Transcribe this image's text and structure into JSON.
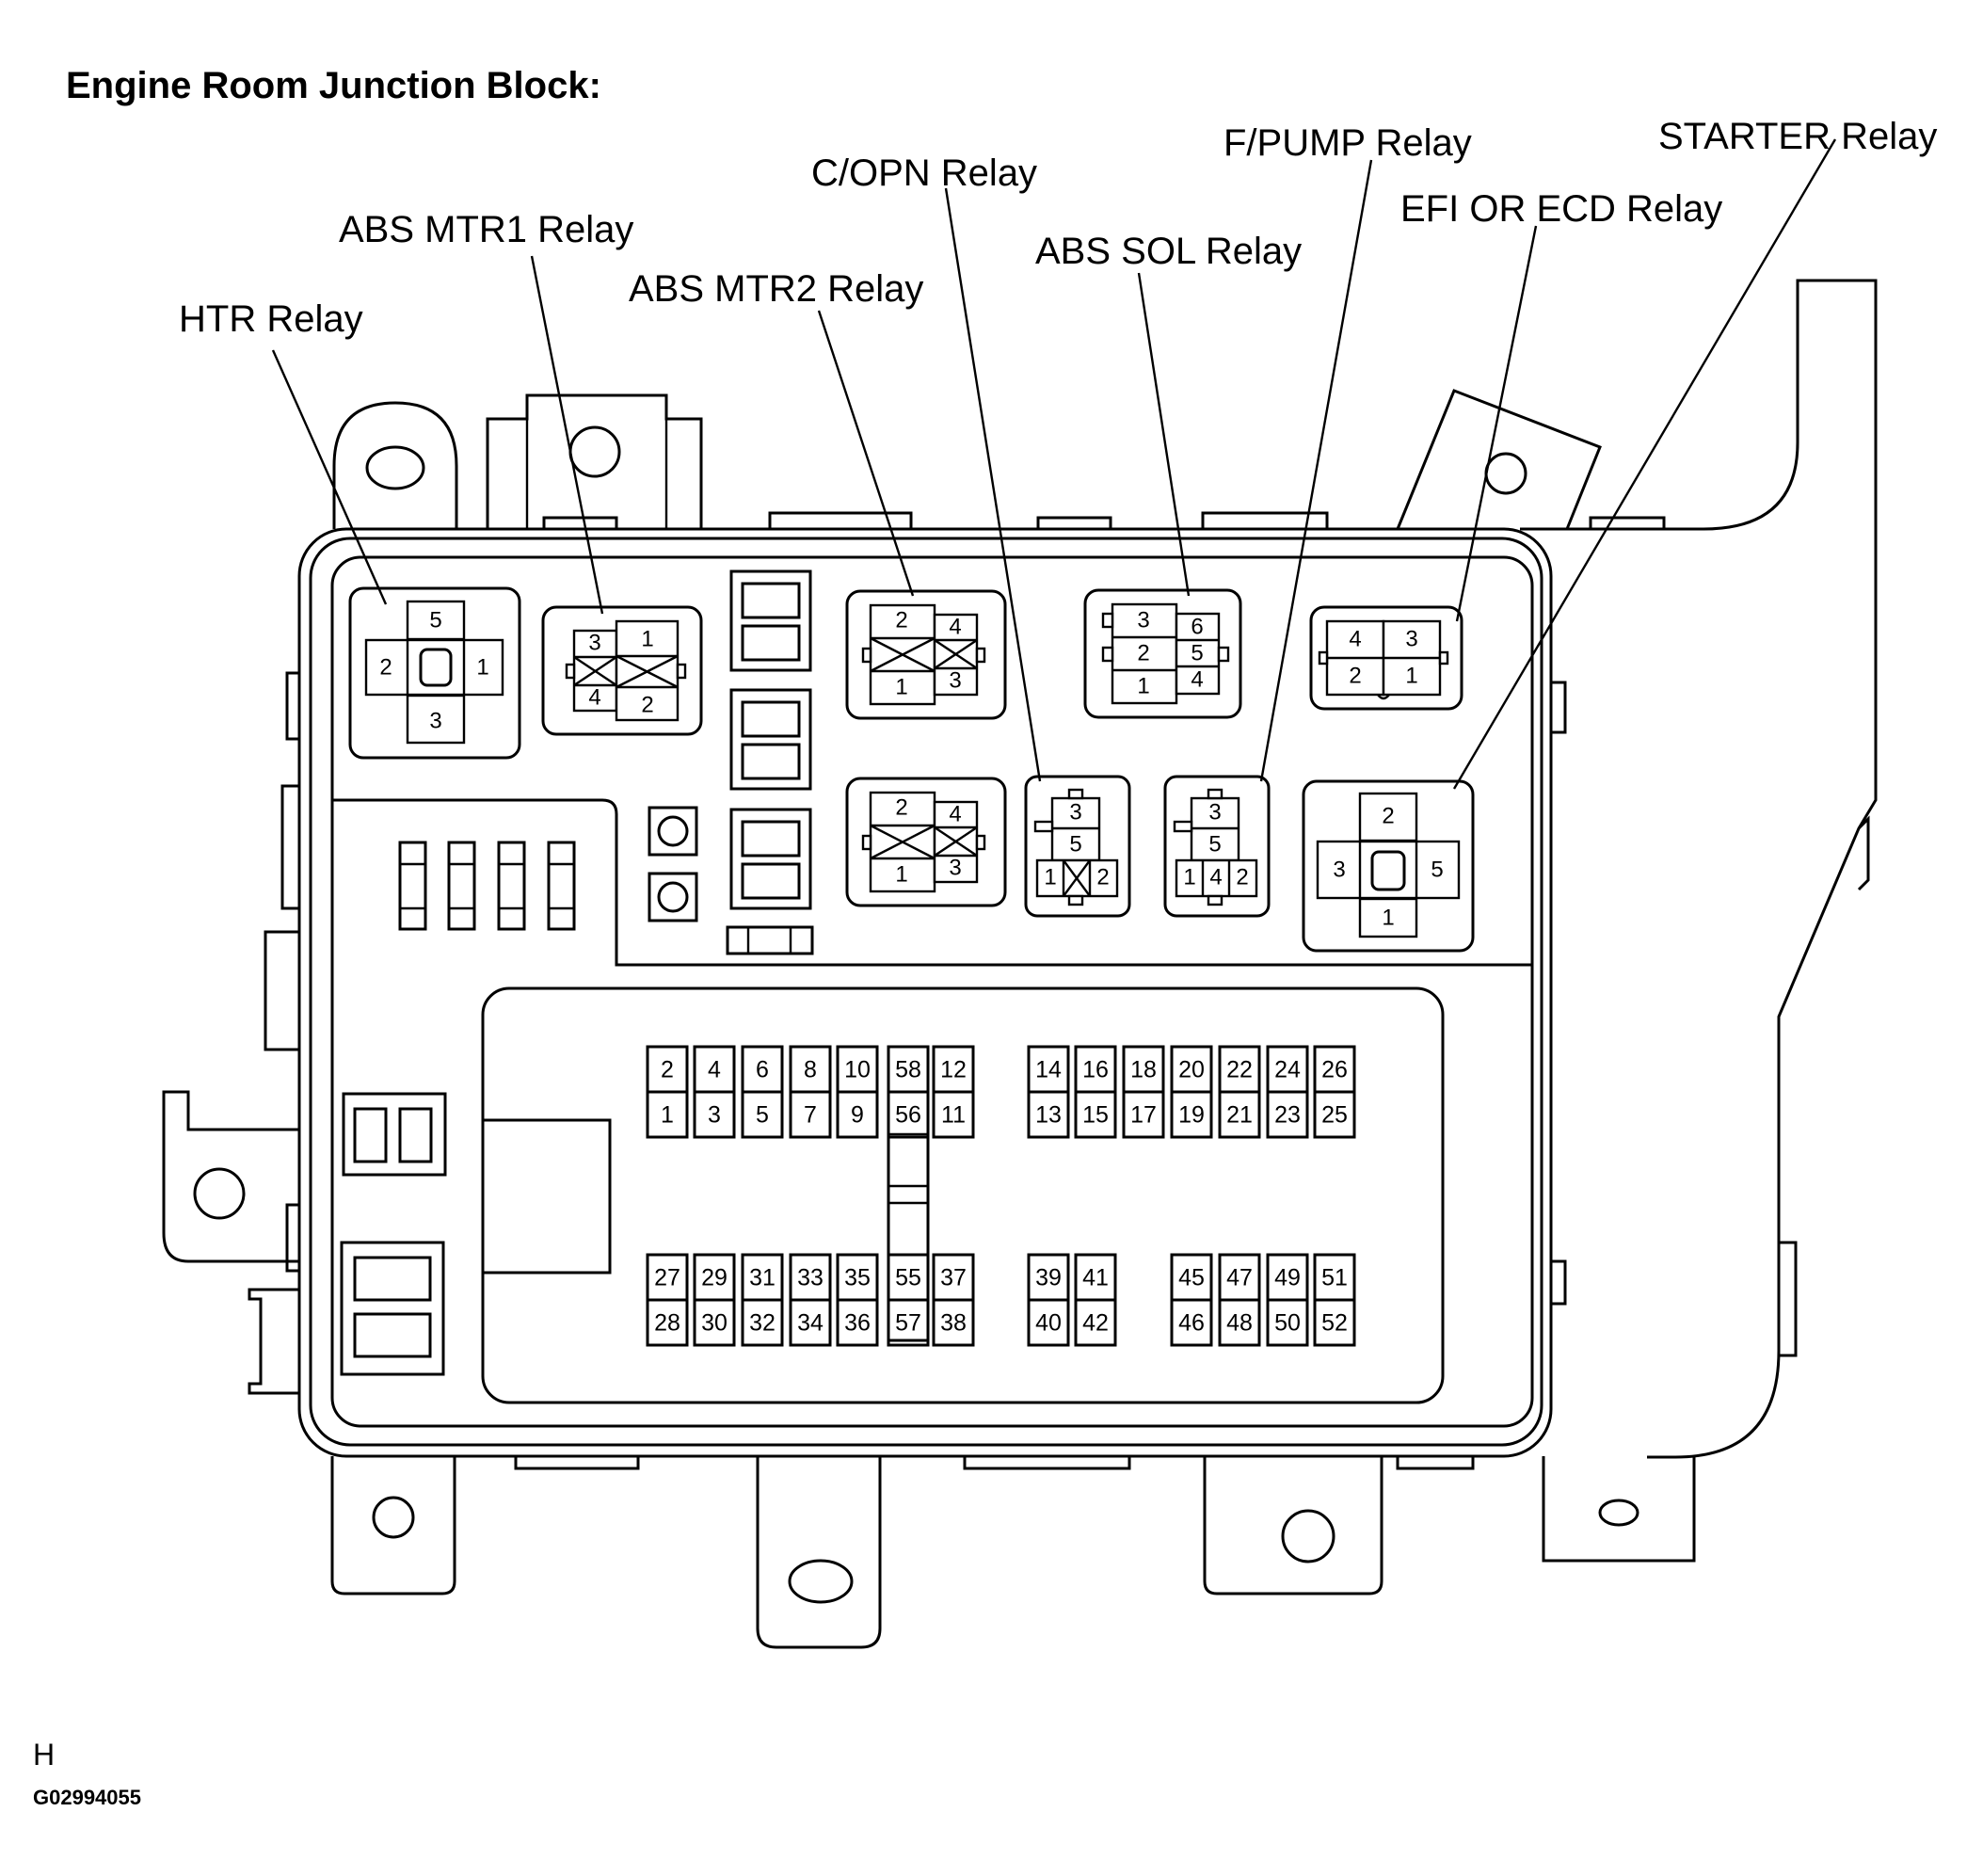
{
  "title": "Engine Room Junction Block:",
  "footer": {
    "letter": "H",
    "code": "G02994055"
  },
  "callouts": {
    "htr": "HTR Relay",
    "abs_mtr1": "ABS MTR1 Relay",
    "abs_mtr2": "ABS MTR2 Relay",
    "c_opn": "C/OPN Relay",
    "abs_sol": "ABS SOL Relay",
    "f_pump": "F/PUMP Relay",
    "efi_ecd": "EFI OR ECD Relay",
    "starter": "STARTER Relay"
  },
  "pins": {
    "htr": [
      "5",
      "2",
      "1",
      "3"
    ],
    "abs_mtr1": [
      "3",
      "1",
      "4",
      "2"
    ],
    "abs_mtr2": [
      "2",
      "4",
      "1",
      "3"
    ],
    "unnamed_relay": [
      "2",
      "4",
      "1",
      "3"
    ],
    "abs_sol": [
      "3",
      "6",
      "2",
      "5",
      "1",
      "4"
    ],
    "efi_ecd": [
      "4",
      "3",
      "2",
      "1"
    ],
    "c_opn": [
      "3",
      "5",
      "1",
      "2"
    ],
    "f_pump": [
      "3",
      "5",
      "1",
      "4",
      "2"
    ],
    "starter": [
      "2",
      "3",
      "5",
      "1"
    ]
  },
  "fuses": {
    "row1_top": [
      "2",
      "4",
      "6",
      "8",
      "10",
      "58",
      "12",
      "14",
      "16",
      "18",
      "20",
      "22",
      "24",
      "26"
    ],
    "row1_bottom": [
      "1",
      "3",
      "5",
      "7",
      "9",
      "56",
      "11",
      "13",
      "15",
      "17",
      "19",
      "21",
      "23",
      "25"
    ],
    "row2_top": [
      "27",
      "29",
      "31",
      "33",
      "35",
      "55",
      "37",
      "39",
      "41",
      "45",
      "47",
      "49",
      "51"
    ],
    "row2_bottom": [
      "28",
      "30",
      "32",
      "34",
      "36",
      "57",
      "38",
      "40",
      "42",
      "46",
      "48",
      "50",
      "52"
    ]
  }
}
